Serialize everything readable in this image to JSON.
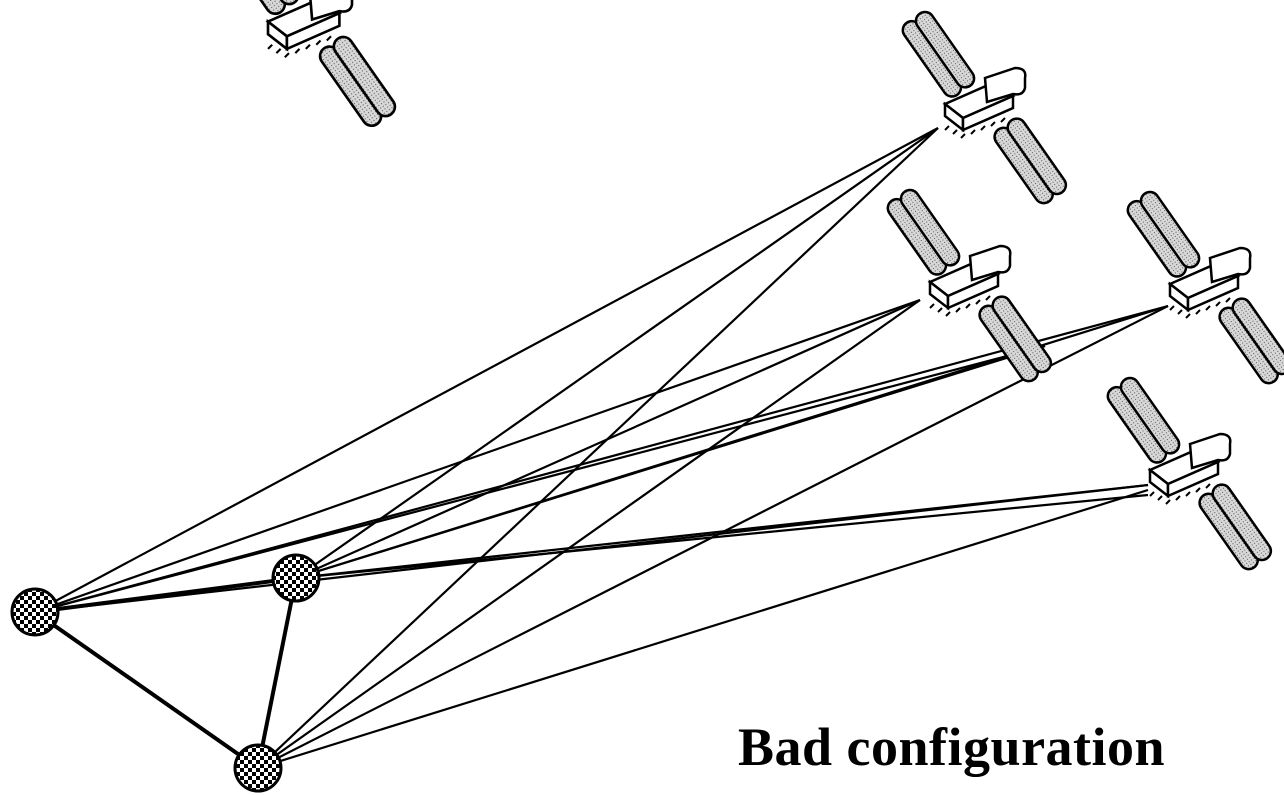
{
  "caption": "Bad  configuration",
  "colors": {
    "line": "#000000",
    "panel_fill": "#bdbdbd",
    "body_fill": "#ffffff",
    "station_dark": "#000000",
    "station_light": "#ffffff"
  },
  "icons": {
    "satellite": "satellite-icon",
    "ground_station": "ground-station-icon"
  },
  "counts": {
    "satellites": 5,
    "ground_stations": 3
  }
}
